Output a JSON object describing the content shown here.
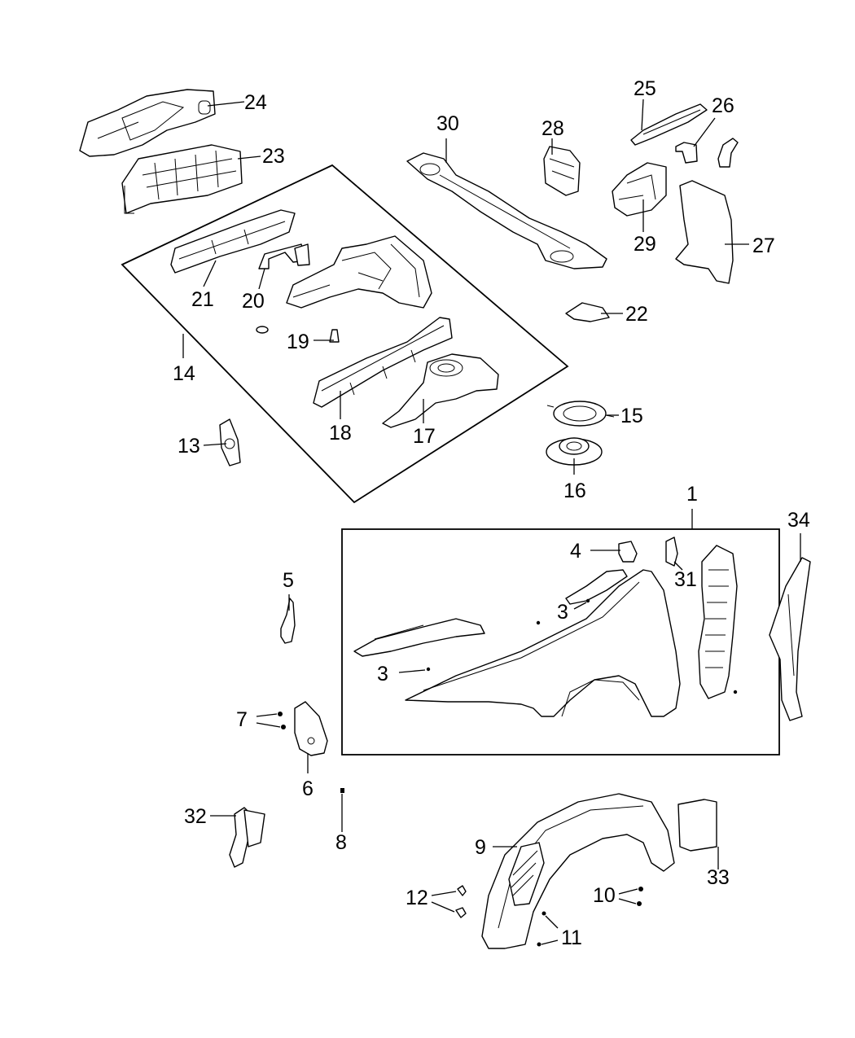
{
  "callouts": {
    "c1": "1",
    "c3a": "3",
    "c3b": "3",
    "c4": "4",
    "c5": "5",
    "c6": "6",
    "c7": "7",
    "c8": "8",
    "c9": "9",
    "c10": "10",
    "c11": "11",
    "c12": "12",
    "c13": "13",
    "c14": "14",
    "c15": "15",
    "c16": "16",
    "c17": "17",
    "c18": "18",
    "c19": "19",
    "c20": "20",
    "c21": "21",
    "c22": "22",
    "c23": "23",
    "c24": "24",
    "c25": "25",
    "c26": "26",
    "c27": "27",
    "c28": "28",
    "c29": "29",
    "c30": "30",
    "c31": "31",
    "c32": "32",
    "c33": "33",
    "c34": "34"
  },
  "colors": {
    "line": "#000000",
    "background": "#ffffff"
  }
}
